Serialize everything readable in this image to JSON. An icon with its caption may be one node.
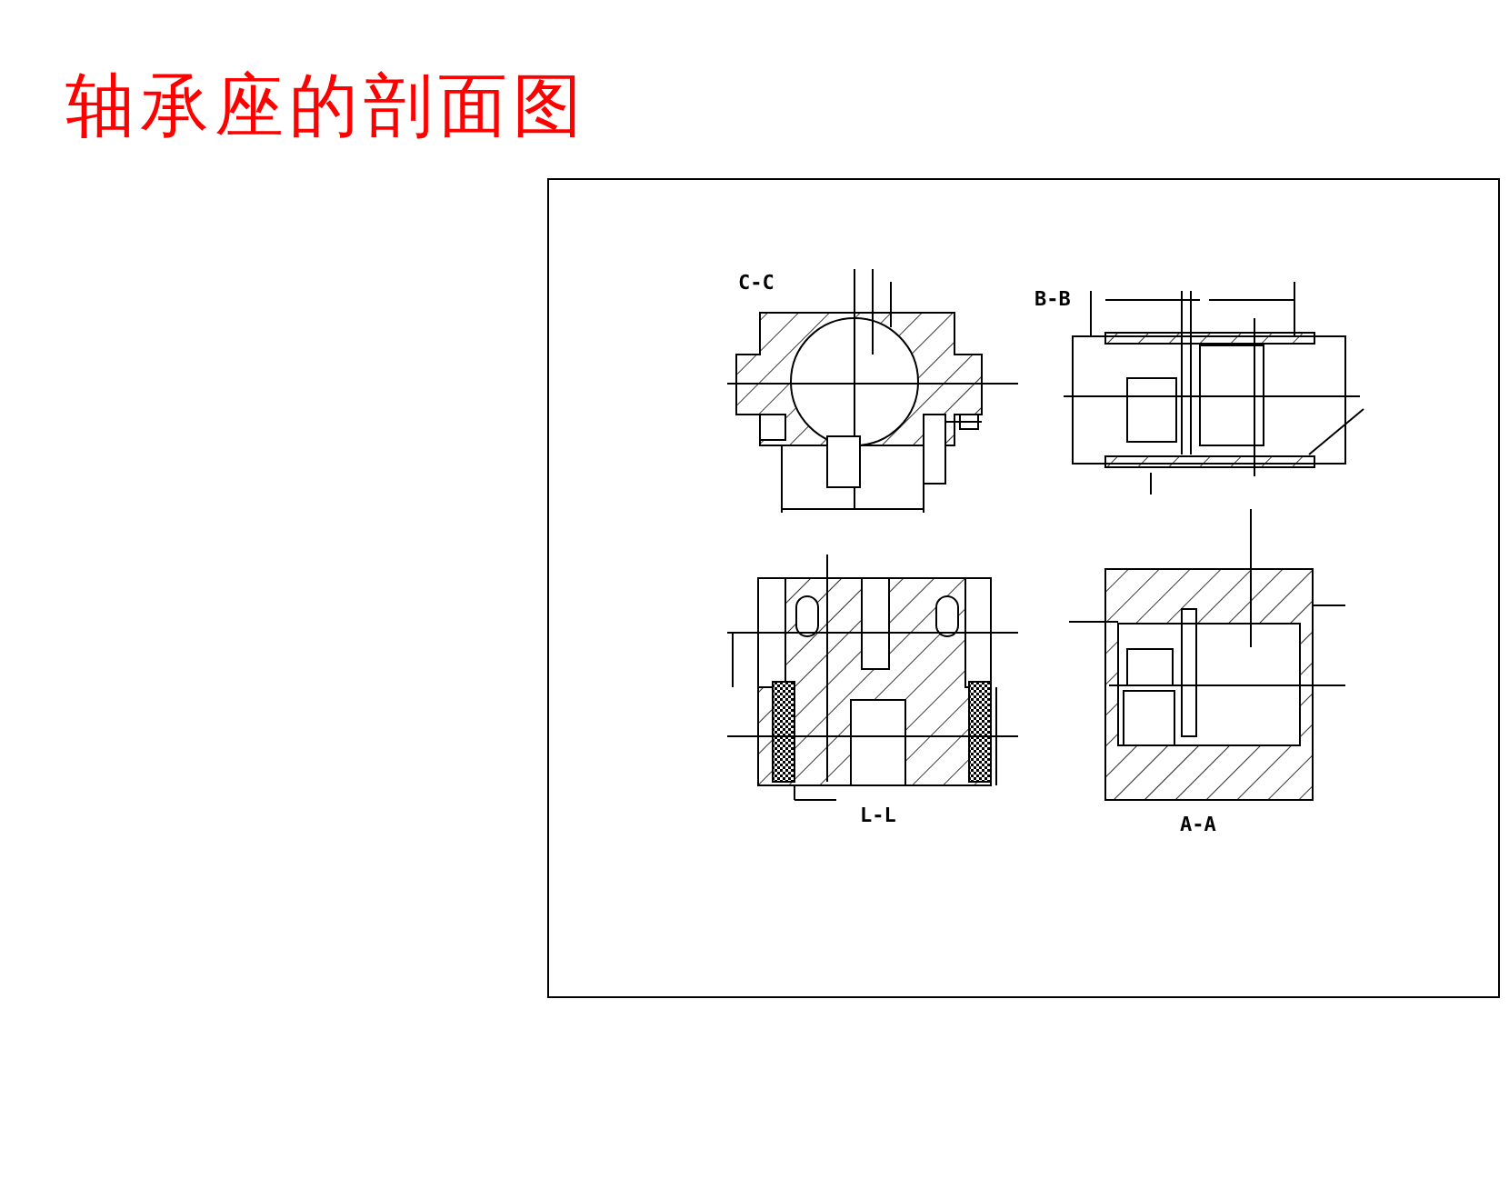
{
  "diagram": {
    "title": "轴承座的剖面图",
    "labels": [
      "C-C",
      "B-B",
      "L-L",
      "A-A"
    ]
  }
}
